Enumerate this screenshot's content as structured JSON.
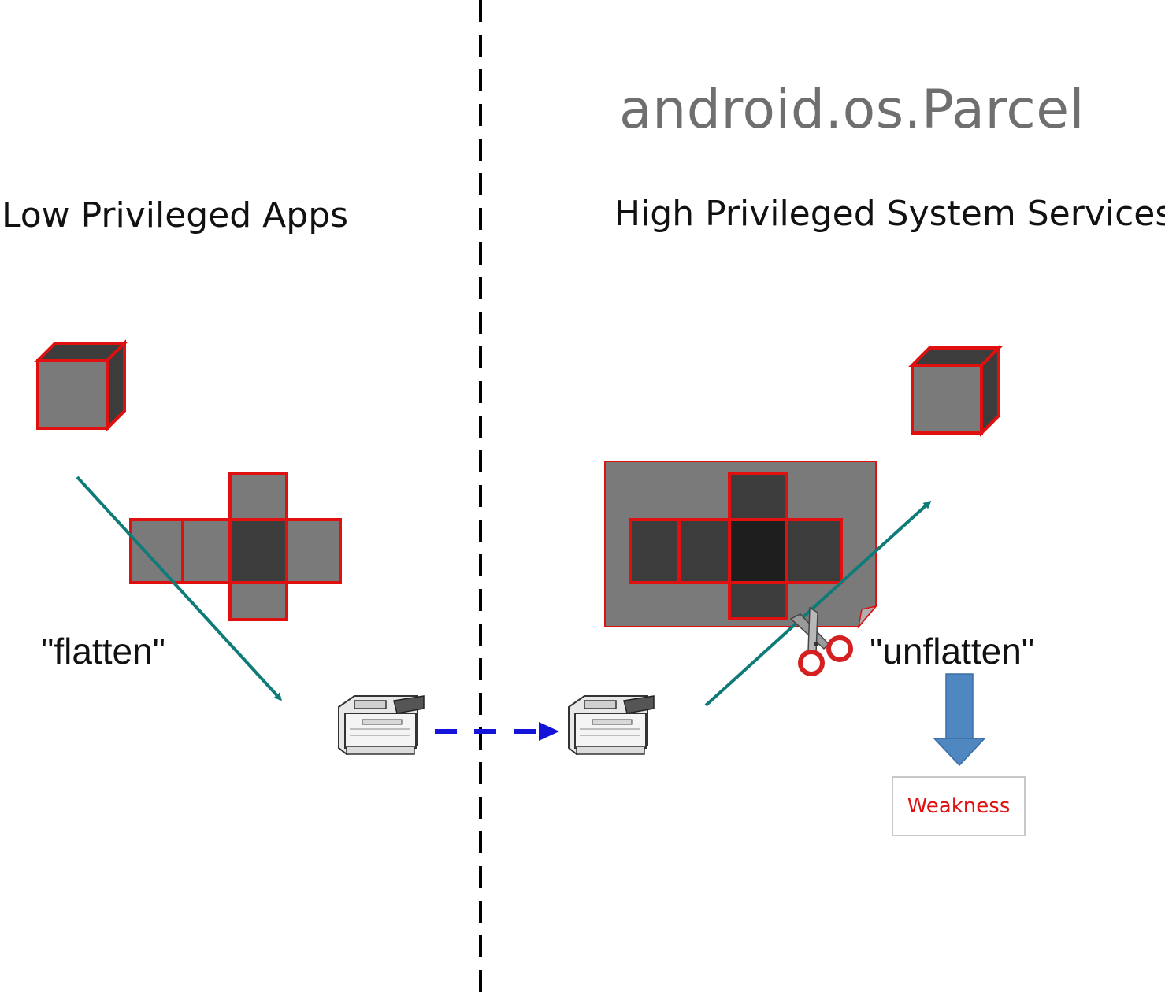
{
  "title": "android.os.Parcel",
  "left_heading": "Low Privileged Apps",
  "right_heading": "High Privileged System Services",
  "flatten_label": "\"flatten\"",
  "unflatten_label": "\"unflatten\"",
  "weakness_label": "Weakness",
  "colors": {
    "boundary_line": "#000000",
    "cube_outline": "#e01010",
    "cube_front": "#7a7a7a",
    "cube_dark": "#3c3c3c",
    "process_arrow": "#0e7b78",
    "transfer_arrow": "#1414d8",
    "result_arrow": "#4f87c0",
    "weakness_text": "#e01010"
  },
  "icons": [
    "cube-icon",
    "cube-net-icon",
    "fax-machine-icon",
    "scissors-icon",
    "paper-sheet-icon"
  ]
}
